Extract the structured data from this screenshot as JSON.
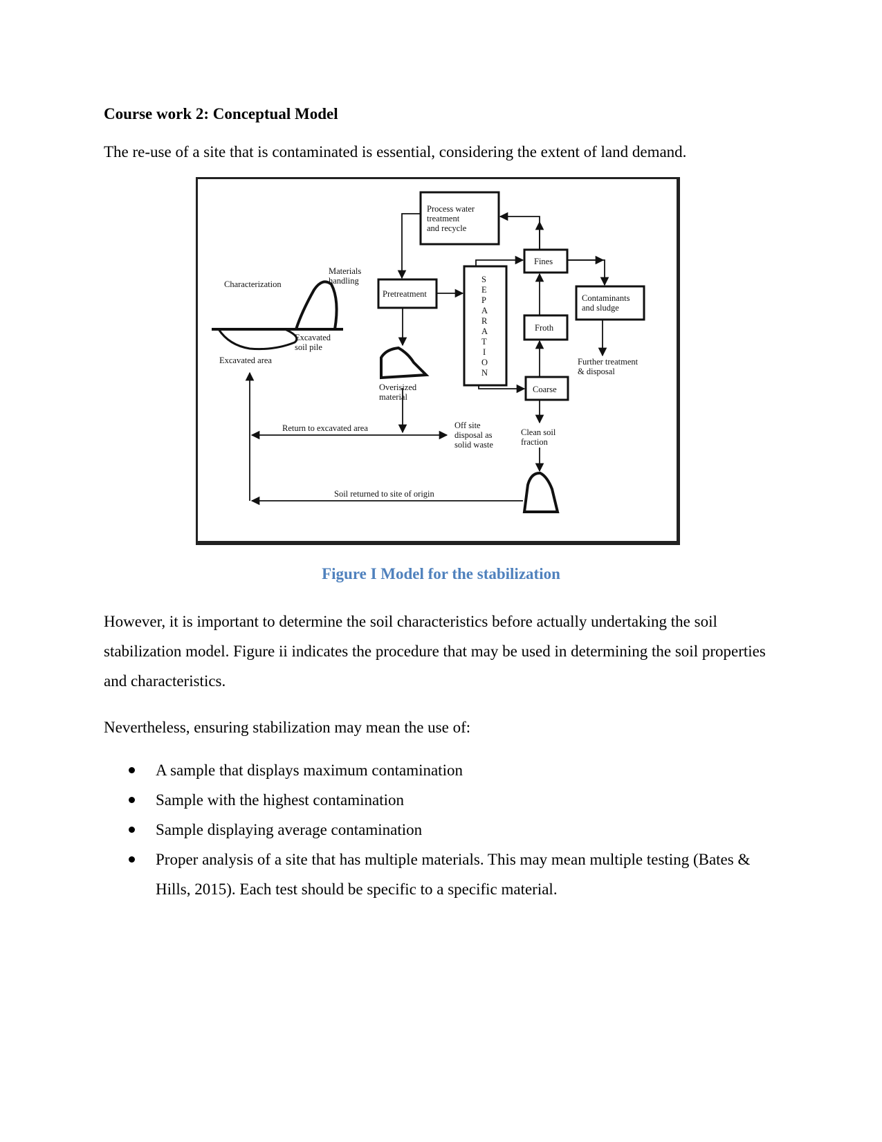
{
  "document": {
    "heading": "Course work 2: Conceptual Model",
    "intro": "The re-use of a site that is contaminated is essential, considering the extent of land demand.",
    "figure": {
      "caption": "Figure I Model for the stabilization",
      "caption_color": "#4F81BD",
      "diagram_labels": {
        "process_water_1": "Process water",
        "process_water_2": "treatment",
        "process_water_3": "and recycle",
        "fines": "Fines",
        "characterization": "Characterization",
        "materials_handling_1": "Materials",
        "materials_handling_2": "handling",
        "pretreatment": "Pretreatment",
        "separation": [
          "S",
          "E",
          "P",
          "A",
          "R",
          "A",
          "T",
          "I",
          "O",
          "N"
        ],
        "contaminants_1": "Contaminants",
        "contaminants_2": "and sludge",
        "froth": "Froth",
        "excavated_soil_pile_1": "Excavated",
        "excavated_soil_pile_2": "soil pile",
        "excavated_area": "Excavated area",
        "further_treatment_1": "Further treatment",
        "further_treatment_2": "& disposal",
        "oversized_1": "Overisized",
        "oversized_2": "material",
        "coarse": "Coarse",
        "return_excavated": "Return to excavated area",
        "off_site_1": "Off site",
        "off_site_2": "disposal as",
        "off_site_3": "solid waste",
        "clean_soil_1": "Clean soil",
        "clean_soil_2": "fraction",
        "soil_returned": "Soil returned to site of origin"
      }
    },
    "paragraph2": "However, it is important to determine the soil characteristics before actually undertaking the soil stabilization model. Figure ii indicates the procedure that may be used in determining the soil properties and characteristics.",
    "paragraph3": "Nevertheless, ensuring stabilization may mean the use of:",
    "bullets": [
      "A sample that displays maximum contamination",
      "Sample with the highest contamination",
      "Sample displaying average contamination",
      "Proper analysis of a site that has multiple materials. This may mean multiple testing (Bates & Hills, 2015). Each test should be specific to a specific material."
    ]
  }
}
